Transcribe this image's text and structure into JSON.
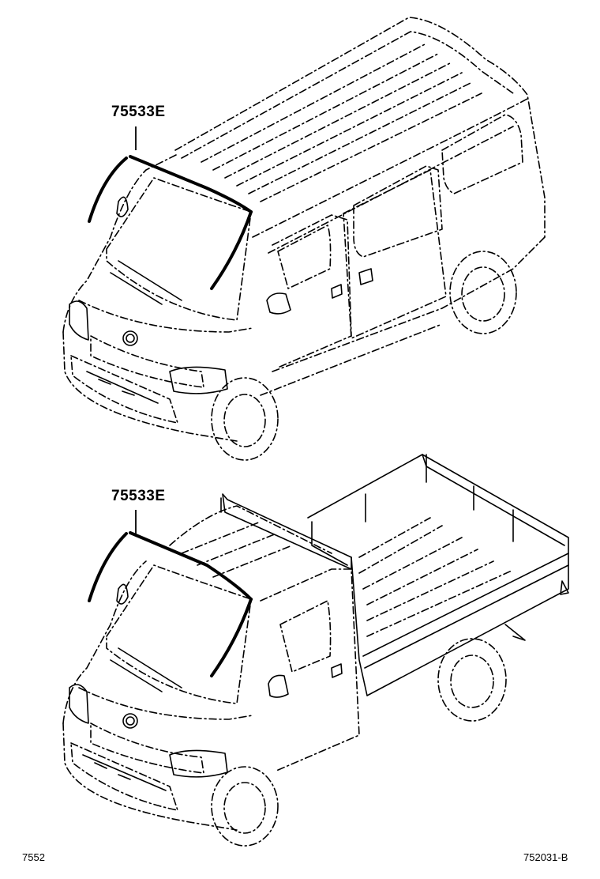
{
  "callouts": {
    "van_part": "75533E",
    "truck_part": "75533E"
  },
  "footer": {
    "section": "7552",
    "figure_id": "752031-B"
  },
  "colors": {
    "line": "#000000",
    "background": "#ffffff"
  }
}
